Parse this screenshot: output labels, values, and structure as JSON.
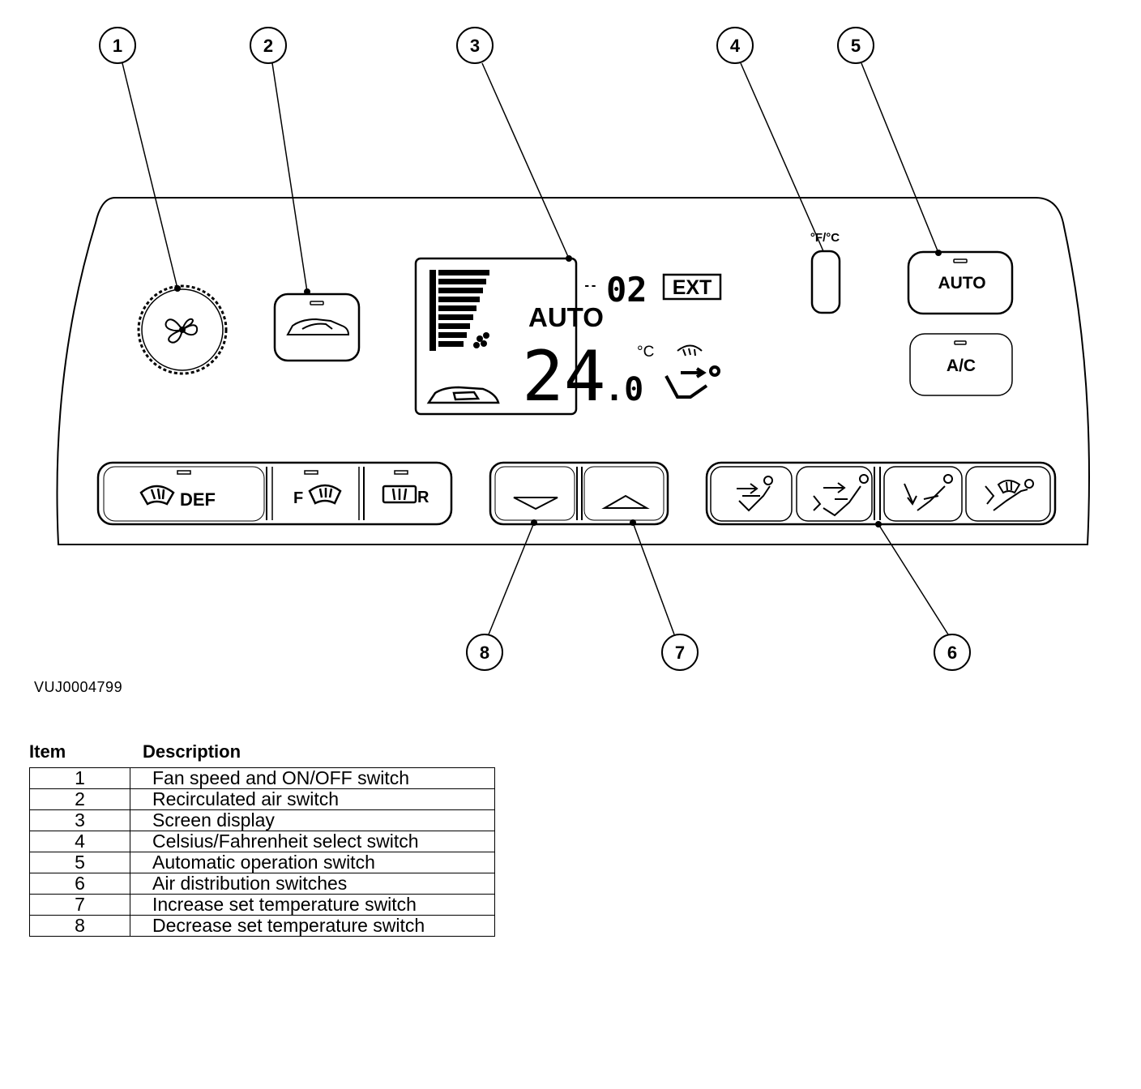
{
  "callouts": [
    "1",
    "2",
    "3",
    "4",
    "5",
    "6",
    "7",
    "8"
  ],
  "display": {
    "ext_value": "02",
    "ext_prefix": "--",
    "ext_label": "EXT",
    "mode": "AUTO",
    "temp_main": "24",
    "temp_decimal": ".0",
    "temp_unit": "°C"
  },
  "switches": {
    "temp_unit_label": "°F/°C",
    "auto_label": "AUTO",
    "ac_label": "A/C",
    "def_label": "DEF",
    "front_label": "F",
    "rear_label": "R"
  },
  "icons": {
    "fan_knob": "fan-icon",
    "recirc": "recirculation-car-icon",
    "def": "windscreen-heat-icon",
    "front": "front-windscreen-icon",
    "rear": "rear-window-heat-icon",
    "decrease": "triangle-down-icon",
    "increase": "triangle-up-icon",
    "dist1": "face-vent-icon",
    "dist2": "face-and-feet-vent-icon",
    "dist3": "feet-vent-icon",
    "dist4": "feet-and-screen-vent-icon"
  },
  "reference_code": "VUJ0004799",
  "legend": {
    "headers": {
      "item": "Item",
      "description": "Description"
    },
    "rows": [
      {
        "item": "1",
        "description": "Fan speed and ON/OFF switch"
      },
      {
        "item": "2",
        "description": "Recirculated air switch"
      },
      {
        "item": "3",
        "description": "Screen display"
      },
      {
        "item": "4",
        "description": "Celsius/Fahrenheit select switch"
      },
      {
        "item": "5",
        "description": "Automatic operation switch"
      },
      {
        "item": "6",
        "description": "Air distribution switches"
      },
      {
        "item": "7",
        "description": "Increase set temperature switch"
      },
      {
        "item": "8",
        "description": "Decrease set temperature switch"
      }
    ]
  }
}
